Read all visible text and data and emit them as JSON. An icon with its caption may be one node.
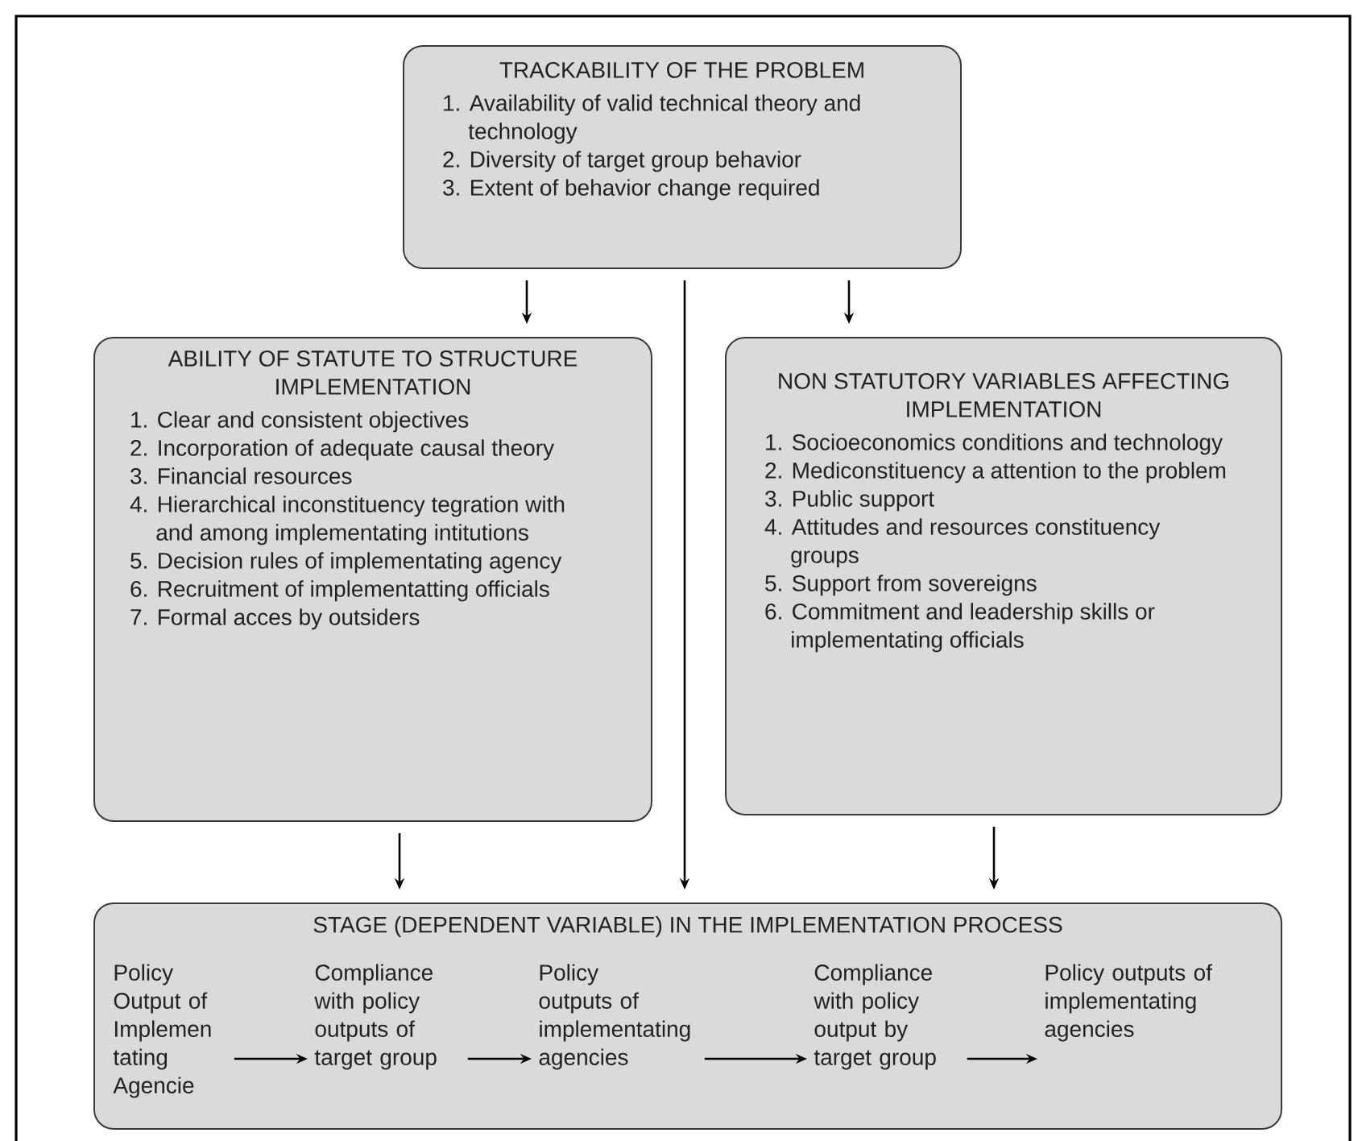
{
  "diagram": {
    "nodes": [
      {
        "text": [
          "TRACKABILITY OF THE PROBLEM",
          "1. Availability of valid technical theory and technology",
          "2. Diversity of target group behavior",
          "3. Extent of behavior change required"
        ]
      },
      {
        "text": [
          "ABILITY OF STATUTE TO STRUCTURE IMPLEMENTATION",
          "1. Clear and consistent objectives",
          "2. Incorporation of adequate causal theory",
          "3. Financial resources",
          "4. Hierarchical inconstituency tegration with and among implementating intitutions",
          "5. Decision rules of implementating agency",
          "6. Recruitment of implementatting officials",
          "7. Formal acces by outsiders"
        ]
      },
      {
        "text": [
          "NON STATUTORY VARIABLES AFFECTING IMPLEMENTATION",
          "1. Socioeconomics conditions and technology",
          "2. Mediconstituency a attention to the problem",
          "3. Public support",
          "4. Attitudes and resources constituency groups",
          "5. Support from sovereigns",
          "6. Commitment and leadership skills or implementating officials"
        ]
      },
      {
        "text": [
          "STAGE (DEPENDENT VARIABLE) IN THE IMPLEMENTATION PROCESS"
        ]
      },
      {
        "text": [
          "Policy Output of Implemen tating Agencie"
        ],
        "in": 3
      },
      {
        "text": [
          "Compliance with policy outputs of target group"
        ],
        "in": 3
      },
      {
        "text": [
          "Policy outputs of implementating agencies"
        ],
        "in": 3
      },
      {
        "text": [
          "Compliance with policy output by target group"
        ],
        "in": 3
      },
      {
        "text": [
          "Policy outputs of implementating agencies"
        ],
        "in": 3
      }
    ],
    "edges": [
      {
        "from": 0,
        "to": 1,
        "arrow": "to"
      },
      {
        "from": 0,
        "to": 3,
        "arrow": "to"
      },
      {
        "from": 0,
        "to": 2,
        "arrow": "to"
      },
      {
        "from": 1,
        "to": 3,
        "arrow": "to"
      },
      {
        "from": 2,
        "to": 3,
        "arrow": "to"
      },
      {
        "from": 4,
        "to": 5,
        "arrow": "to"
      },
      {
        "from": 5,
        "to": 6,
        "arrow": "to"
      },
      {
        "from": 6,
        "to": 7,
        "arrow": "to"
      },
      {
        "from": 7,
        "to": 8,
        "arrow": "to"
      }
    ]
  }
}
